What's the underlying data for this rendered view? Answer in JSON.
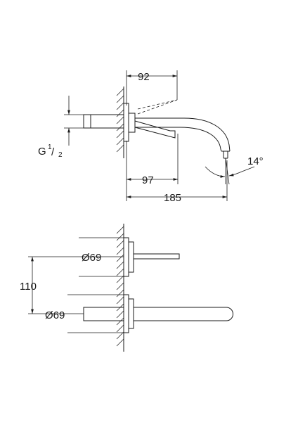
{
  "side_view": {
    "dim_top": "92",
    "dim_inner": "97",
    "dim_total": "185",
    "angle": "14°",
    "thread_main": "G",
    "thread_num": "1",
    "thread_den": "2"
  },
  "front_view": {
    "dia_upper": "Ø69",
    "dia_lower": "Ø69",
    "dim_vertical": "110"
  }
}
